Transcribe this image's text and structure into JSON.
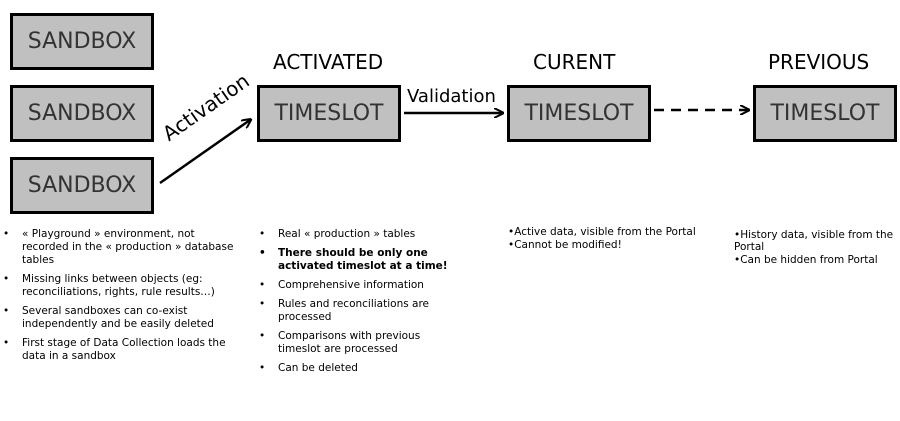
{
  "sandboxes": [
    "SANDBOX",
    "SANDBOX",
    "SANDBOX"
  ],
  "columns": {
    "activated": {
      "header": "ACTIVATED",
      "box": "TIMESLOT"
    },
    "current": {
      "header": "CURENT",
      "box": "TIMESLOT"
    },
    "previous": {
      "header": "PREVIOUS",
      "box": "TIMESLOT"
    }
  },
  "arrows": {
    "activation": "Activation",
    "validation": "Validation"
  },
  "sandbox_notes": [
    "« Playground » environment, not recorded in the « production » database tables",
    "Missing links between objects (eg: reconciliations, rights, rule results…)",
    "Several sandboxes can co-exist independently and be easily deleted",
    "First stage of Data Collection loads the data in a sandbox"
  ],
  "activated_notes": [
    "Real « production » tables",
    "There should be only one activated  timeslot at a time!",
    "Comprehensive information",
    "Rules and reconciliations are processed",
    "Comparisons with previous timeslot are processed",
    "Can be deleted"
  ],
  "current_notes": [
    "•Active data, visible from the Portal",
    "•Cannot be modified!"
  ],
  "previous_notes": [
    "•History data, visible from the Portal",
    "•Can be hidden from Portal"
  ],
  "bullet": "•"
}
